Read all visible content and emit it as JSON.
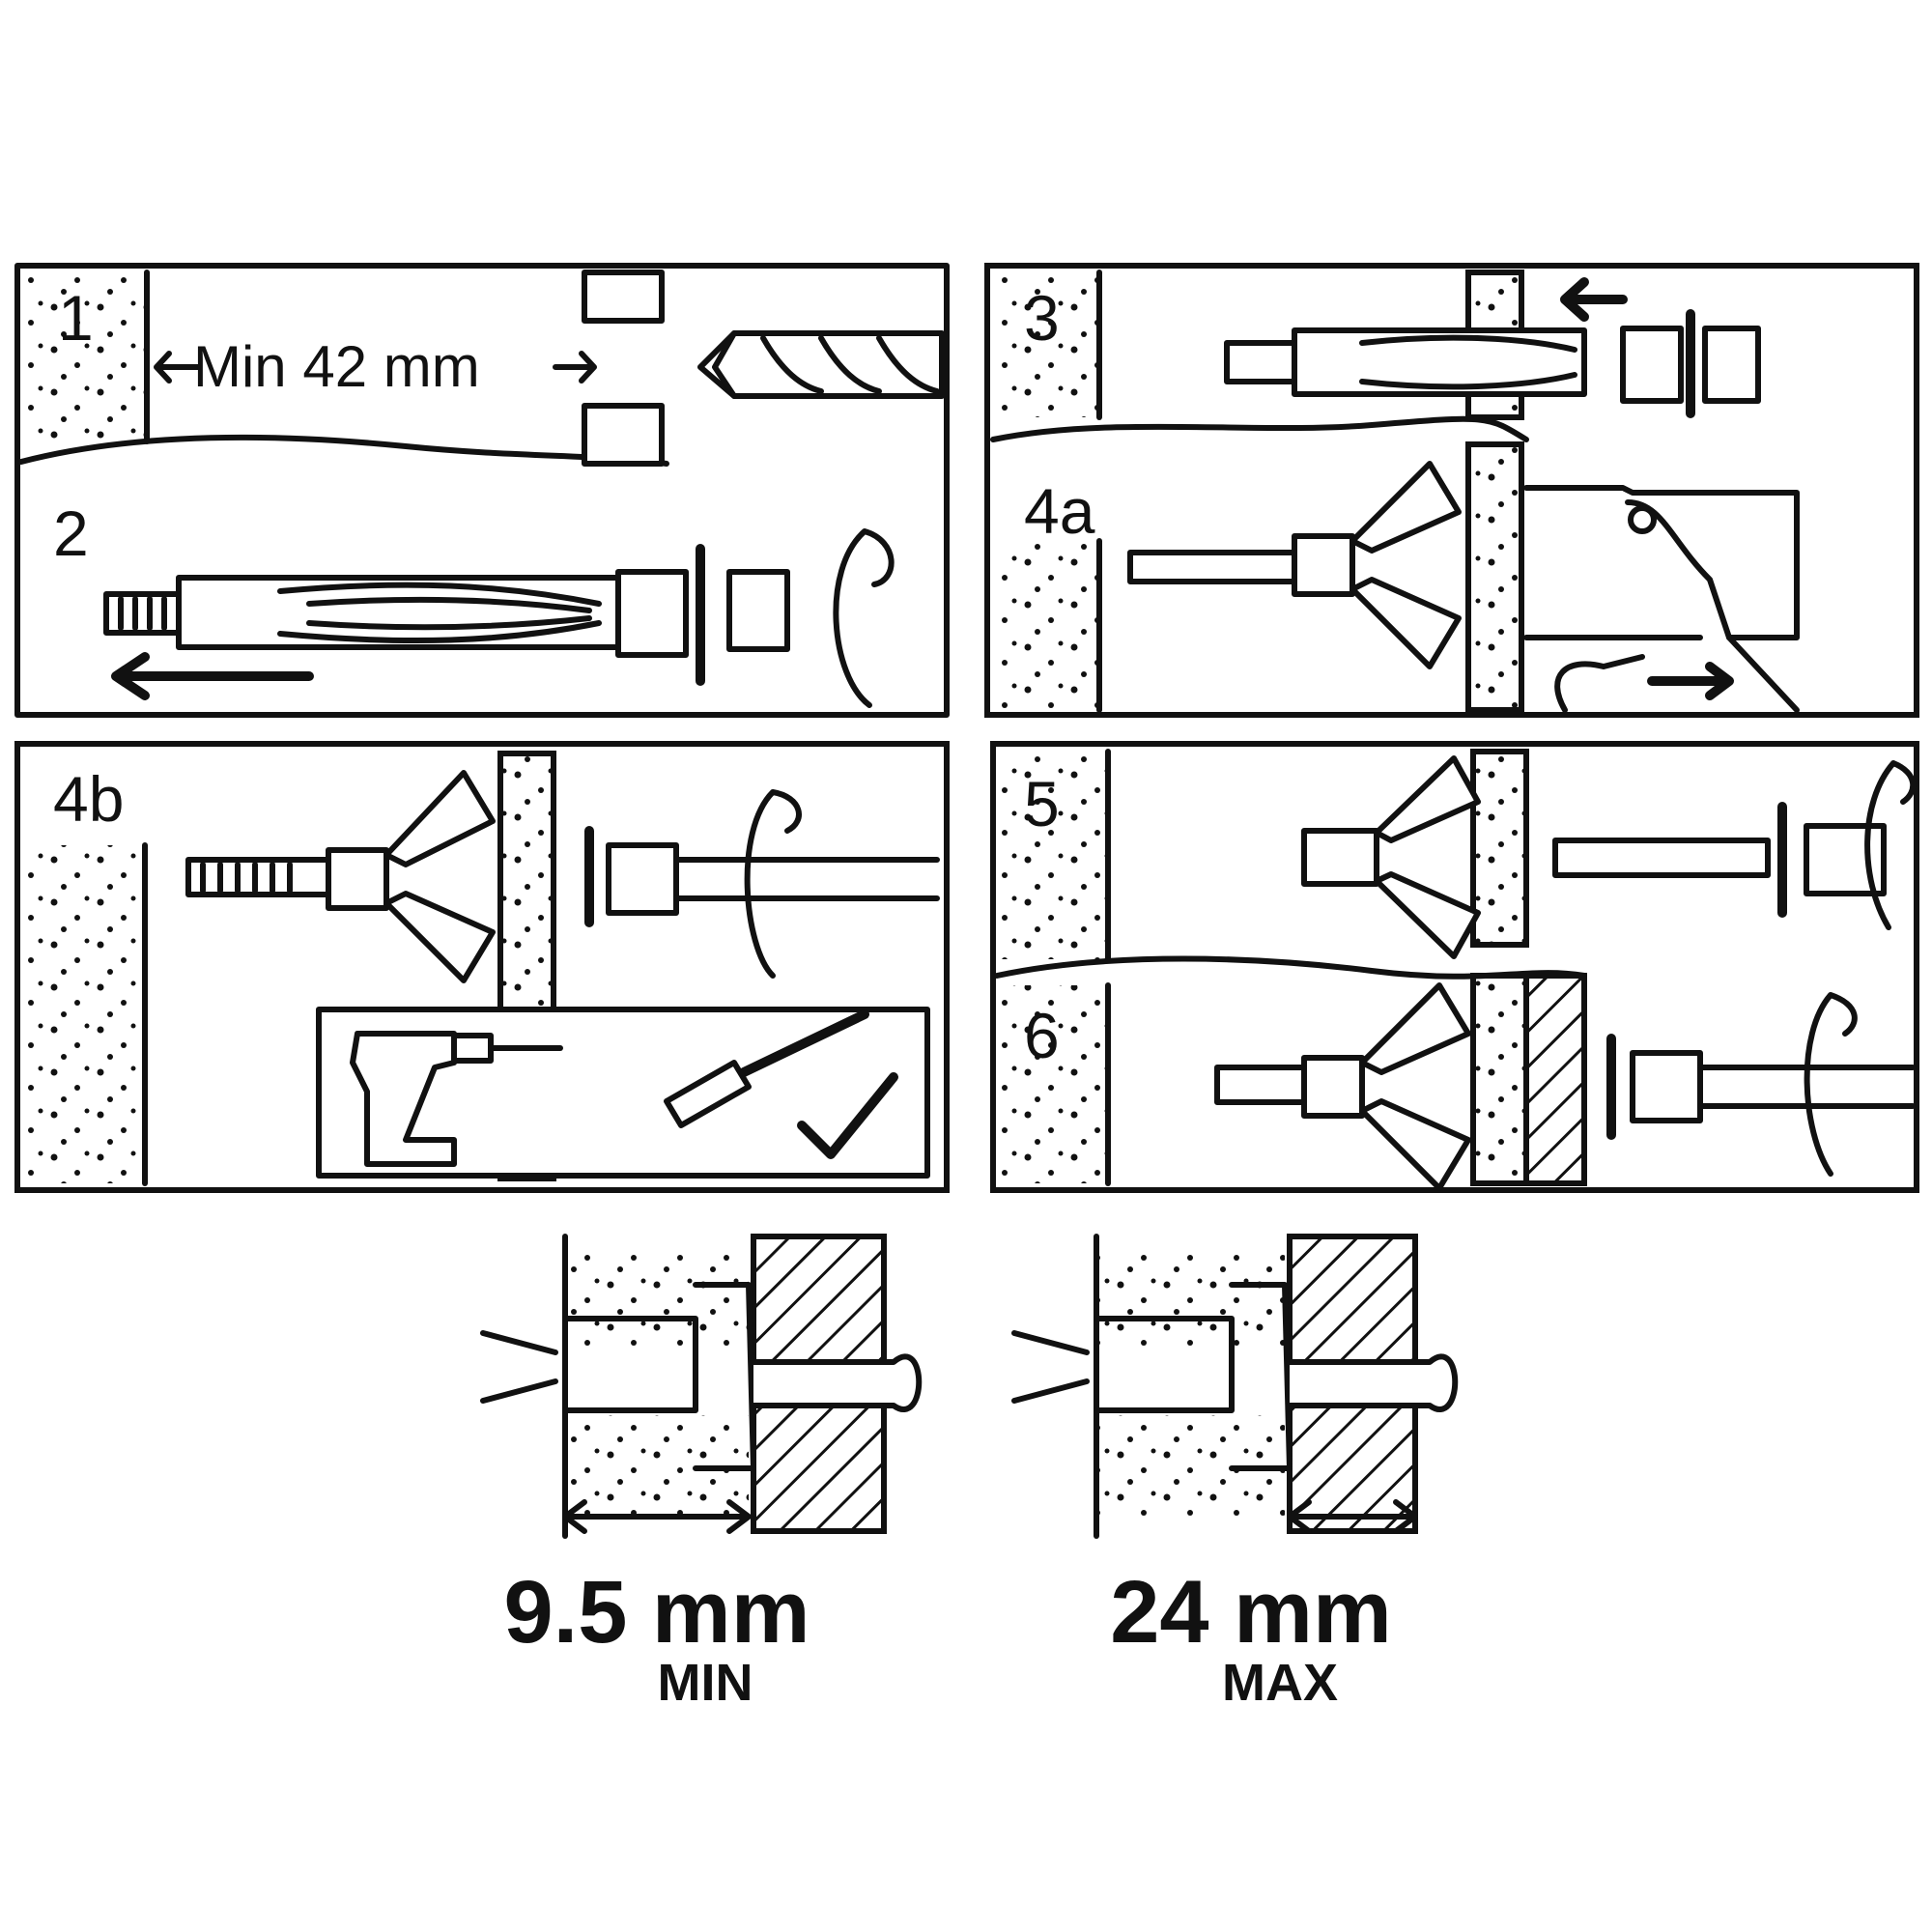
{
  "steps": {
    "s1": "1",
    "s2": "2",
    "s3": "3",
    "s4a": "4a",
    "s4b": "4b",
    "s5": "5",
    "s6": "6"
  },
  "min_spacing": "Min 42 mm",
  "wall_min": {
    "value": "9.5 mm",
    "caption": "MIN"
  },
  "wall_max": {
    "value": "24 mm",
    "caption": "MAX"
  },
  "icons": [
    "drill-bit-icon",
    "rotate-arrow-icon",
    "cordless-drill-icon",
    "screwdriver-icon",
    "checkmark-icon",
    "setting-tool-icon",
    "hollow-wall-anchor-icon"
  ]
}
